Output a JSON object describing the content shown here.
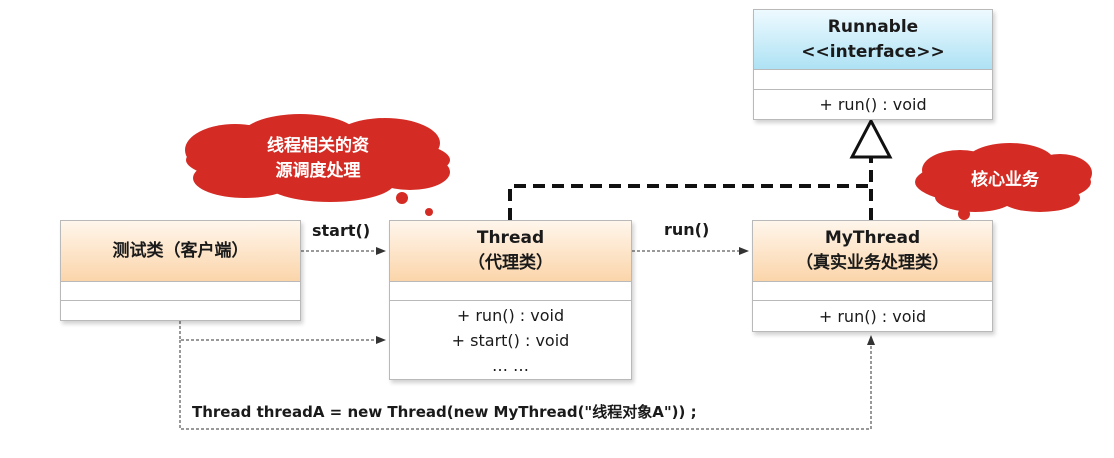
{
  "client": {
    "title": "测试类（客户端）"
  },
  "thread": {
    "title": "Thread",
    "subtitle": "（代理类）",
    "ops": [
      "+ run() : void",
      "+ start() : void",
      "… …"
    ]
  },
  "mythread": {
    "title": "MyThread",
    "subtitle": "（真实业务处理类）",
    "ops": [
      "+ run() : void"
    ]
  },
  "runnable": {
    "title": "Runnable",
    "stereotype": "<<interface>>",
    "ops": [
      "+ run() : void"
    ]
  },
  "labels": {
    "start": "start()",
    "run": "run()"
  },
  "code": "Thread threadA = new Thread(new MyThread(\"线程对象A\")) ;",
  "clouds": {
    "proxy_note": [
      "线程相关的资",
      "源调度处理"
    ],
    "core_note": "核心业务"
  },
  "colors": {
    "class_header": "#fbd5aa",
    "interface_header": "#aee2f4",
    "cloud": "#d42c24"
  }
}
